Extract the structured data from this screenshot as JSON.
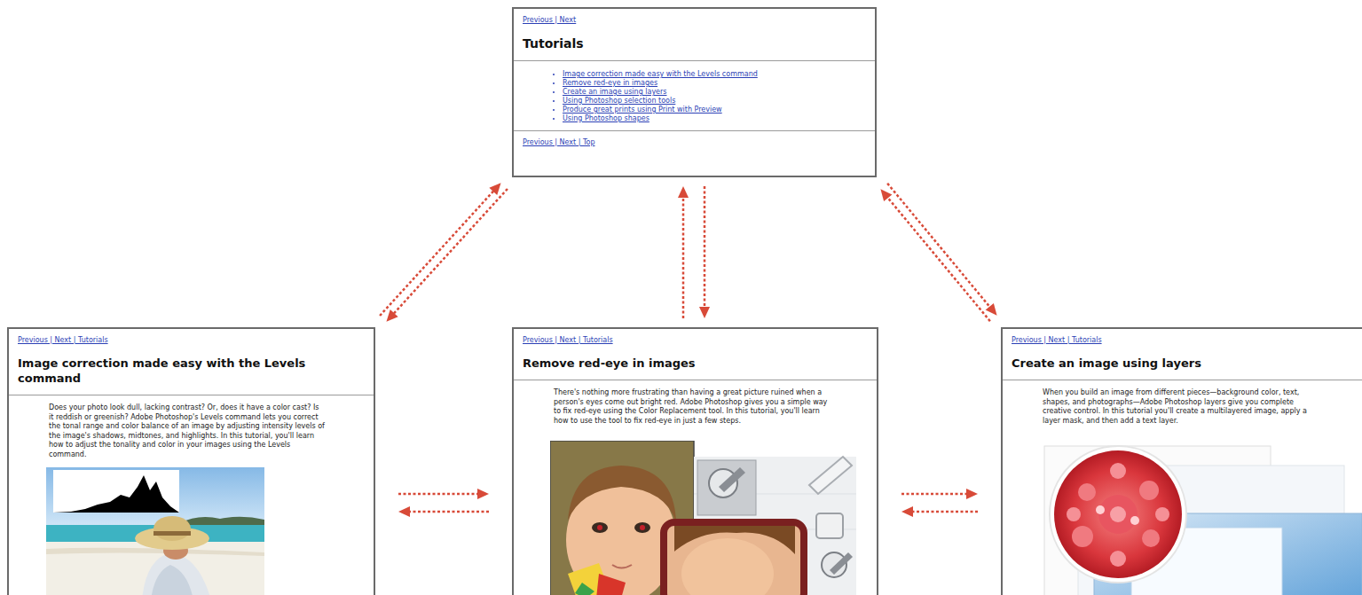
{
  "diagram": {
    "nodes": [
      {
        "text": [
          "Previous | Next",
          "Tutorials",
          "Image correction made easy with the Levels command",
          "Remove red-eye in images",
          "Create an image using layers",
          "Using Photoshop selection tools",
          "Produce great prints using Print with Preview",
          "Using Photoshop shapes",
          "Previous | Next | Top"
        ]
      },
      {
        "text": [
          "Previous | Next | Tutorials",
          "Image correction made easy with the Levels command",
          "Does your photo look dull, lacking contrast? Or, does it have a color cast? Is it reddish or greenish? Adobe Photoshop's Levels command lets you correct the tonal range and color balance of an image by adjusting intensity levels of the image's shadows, midtones, and highlights. In this tutorial, you'll learn how to adjust the tonality and color in your images using the Levels command."
        ]
      },
      {
        "text": [
          "Previous | Next | Tutorials",
          "Remove red-eye in images",
          "There's nothing more frustrating than having a great picture ruined when a person's eyes come out bright red. Adobe Photoshop gives you a simple way to fix red-eye using the Color Replacement tool. In this tutorial, you'll learn how to use the tool to fix red-eye in just a few steps."
        ]
      },
      {
        "text": [
          "Previous | Next | Tutorials",
          "Create an image using layers",
          "When you build an image from different pieces—background color, text, shapes, and photographs—Adobe Photoshop layers give you complete creative control. In this tutorial you'll create a multilayered image, apply a layer mask, and then add a text layer."
        ]
      }
    ],
    "edges": [
      {
        "from": 0,
        "to": 1,
        "arrow": "to"
      },
      {
        "from": 1,
        "to": 0,
        "arrow": "to"
      },
      {
        "from": 0,
        "to": 2,
        "arrow": "to"
      },
      {
        "from": 2,
        "to": 0,
        "arrow": "to"
      },
      {
        "from": 0,
        "to": 3,
        "arrow": "to"
      },
      {
        "from": 3,
        "to": 0,
        "arrow": "to"
      },
      {
        "from": 1,
        "to": 2,
        "arrow": "to"
      },
      {
        "from": 2,
        "to": 1,
        "arrow": "to"
      },
      {
        "from": 2,
        "to": 3,
        "arrow": "to"
      },
      {
        "from": 3,
        "to": 2,
        "arrow": "to"
      }
    ]
  }
}
